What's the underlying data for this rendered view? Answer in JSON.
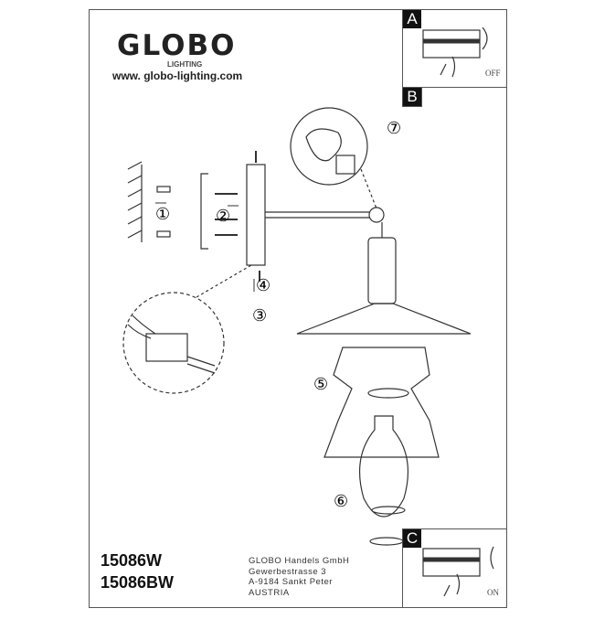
{
  "brand": {
    "name": "GLOBO",
    "subtitle": "LIGHTING",
    "website": "www. globo-lighting.com"
  },
  "models": [
    "15086W",
    "15086BW"
  ],
  "address": [
    "GLOBO Handels GmbH",
    "Gewerbestrasse 3",
    "A-9184 Sankt Peter",
    "AUSTRIA"
  ],
  "panels": [
    {
      "label": "A",
      "state": "OFF"
    },
    {
      "label": "B"
    },
    {
      "label": "C",
      "state": "ON"
    }
  ],
  "steps": [
    "①",
    "②",
    "③",
    "④",
    "⑤",
    "⑥",
    "⑦"
  ]
}
